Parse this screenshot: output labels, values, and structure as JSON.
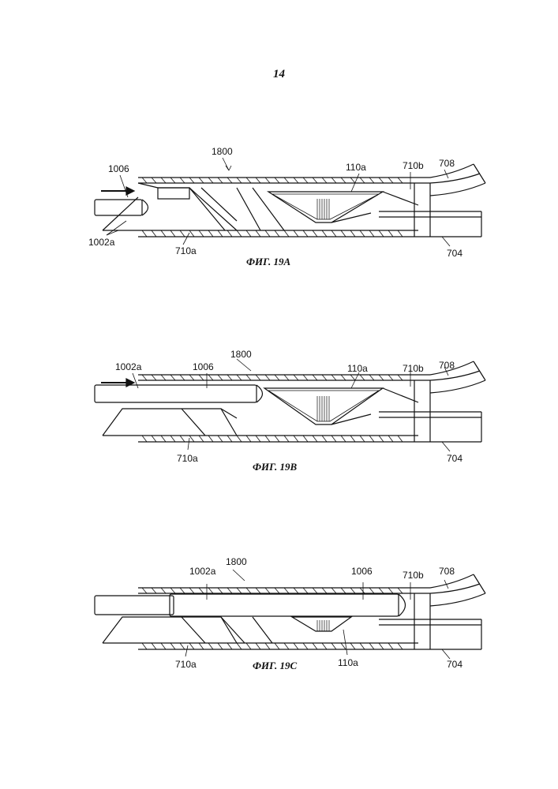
{
  "page_number": "14",
  "figures": [
    {
      "caption": "ФИГ. 19А",
      "labels": {
        "l1800": "1800",
        "l1006": "1006",
        "l1002a": "1002a",
        "l710a": "710a",
        "l110a": "110a",
        "l710b": "710b",
        "l708": "708",
        "l704": "704"
      }
    },
    {
      "caption": "ФИГ. 19В",
      "labels": {
        "l1800": "1800",
        "l1006": "1006",
        "l1002a": "1002a",
        "l710a": "710a",
        "l110a": "110a",
        "l710b": "710b",
        "l708": "708",
        "l704": "704"
      }
    },
    {
      "caption": "ФИГ. 19С",
      "labels": {
        "l1800": "1800",
        "l1006": "1006",
        "l1002a": "1002a",
        "l710a": "710a",
        "l110a": "110a",
        "l710b": "710b",
        "l708": "708",
        "l704": "704"
      }
    }
  ]
}
